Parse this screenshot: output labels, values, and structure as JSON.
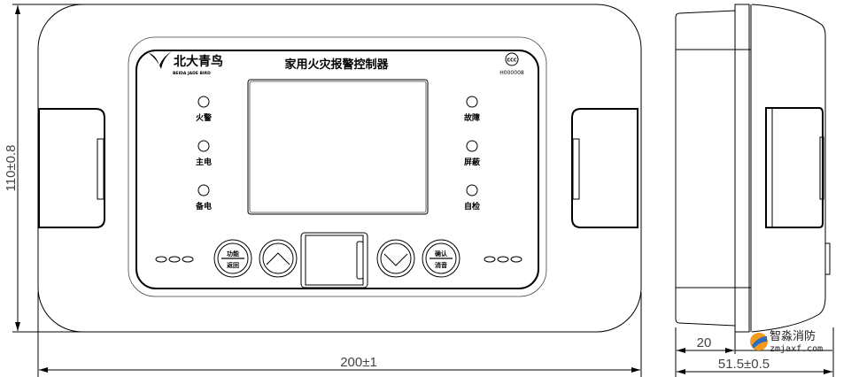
{
  "front_view": {
    "brand_name": "北大青鸟",
    "brand_sub": "BEIDA JADE BIRD",
    "title": "家用火灾报警控制器",
    "cert_mark": "CCC",
    "cert_code": "H000008",
    "left_indicators": [
      {
        "label": "火警"
      },
      {
        "label": "主电"
      },
      {
        "label": "备电"
      }
    ],
    "right_indicators": [
      {
        "label": "故障"
      },
      {
        "label": "屏蔽"
      },
      {
        "label": "自检"
      }
    ],
    "buttons": {
      "function_top": "功能",
      "function_bottom": "返回",
      "up_icon": "chevron-up-icon",
      "down_icon": "chevron-down-icon",
      "confirm_top": "确认",
      "confirm_bottom": "消音"
    }
  },
  "dimensions": {
    "height": "110±0.8",
    "width": "200±1",
    "depth_base": "20",
    "depth_total": "51.5±0.5"
  },
  "watermark": {
    "name": "智淼消防",
    "url": "zmjaxf.com"
  }
}
